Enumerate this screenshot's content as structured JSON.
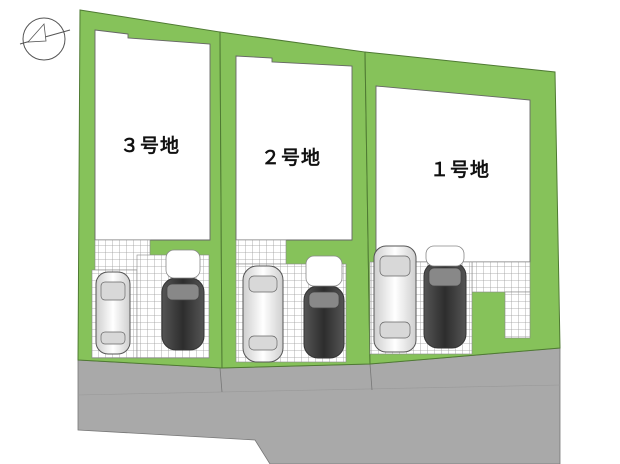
{
  "lots": [
    {
      "id": "lot-3",
      "label": "３号地"
    },
    {
      "id": "lot-2",
      "label": "２号地"
    },
    {
      "id": "lot-1",
      "label": "１号地"
    }
  ],
  "colors": {
    "lawn": "#86c25a",
    "lawn_dark": "#6ea84a",
    "building": "#ffffff",
    "road": "#a9a9a9",
    "road_dark": "#8e8e8e",
    "paving_grid": "#9a9a9a",
    "car_dark": "#3c3c3c",
    "car_light": "#f2f2f2",
    "outline": "#555555"
  },
  "icons": {
    "compass": "north-arrow-icon",
    "car": "car-icon"
  }
}
